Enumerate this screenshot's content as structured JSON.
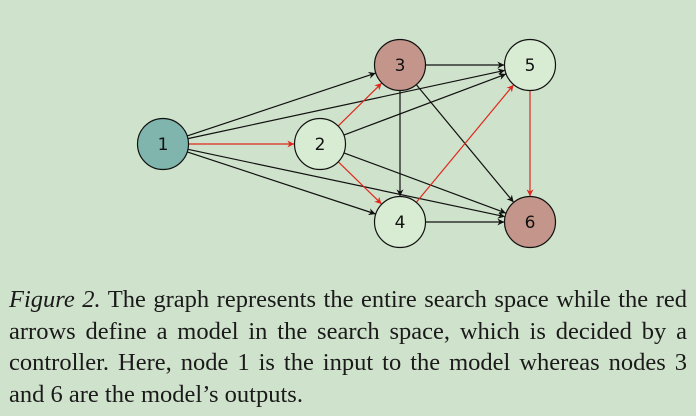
{
  "graph": {
    "nodes": [
      {
        "id": "1",
        "label": "1",
        "fill": "#7fb5ac"
      },
      {
        "id": "2",
        "label": "2",
        "fill": "#d8ebd3"
      },
      {
        "id": "3",
        "label": "3",
        "fill": "#c4958a"
      },
      {
        "id": "4",
        "label": "4",
        "fill": "#d8ebd3"
      },
      {
        "id": "5",
        "label": "5",
        "fill": "#d8ebd3"
      },
      {
        "id": "6",
        "label": "6",
        "fill": "#c4958a"
      }
    ],
    "edges": [
      {
        "from": "1",
        "to": "3",
        "color": "black"
      },
      {
        "from": "1",
        "to": "5",
        "color": "black"
      },
      {
        "from": "1",
        "to": "2",
        "color": "red"
      },
      {
        "from": "1",
        "to": "4",
        "color": "black"
      },
      {
        "from": "1",
        "to": "6",
        "color": "black"
      },
      {
        "from": "2",
        "to": "3",
        "color": "red"
      },
      {
        "from": "2",
        "to": "5",
        "color": "black"
      },
      {
        "from": "2",
        "to": "4",
        "color": "red"
      },
      {
        "from": "2",
        "to": "6",
        "color": "black"
      },
      {
        "from": "3",
        "to": "5",
        "color": "black"
      },
      {
        "from": "3",
        "to": "4",
        "color": "black"
      },
      {
        "from": "3",
        "to": "6",
        "color": "black"
      },
      {
        "from": "4",
        "to": "5",
        "color": "red"
      },
      {
        "from": "4",
        "to": "6",
        "color": "black"
      },
      {
        "from": "5",
        "to": "6",
        "color": "red"
      }
    ],
    "colors": {
      "black_edge": "#111111",
      "red_edge": "#e0281e",
      "node_stroke": "#111111"
    }
  },
  "caption": {
    "label": "Figure 2.",
    "text": "The graph represents the entire search space while the red arrows define a model in the search space, which is decided by a controller. Here, node 1 is the input to the model whereas nodes 3 and 6 are the model’s outputs."
  }
}
